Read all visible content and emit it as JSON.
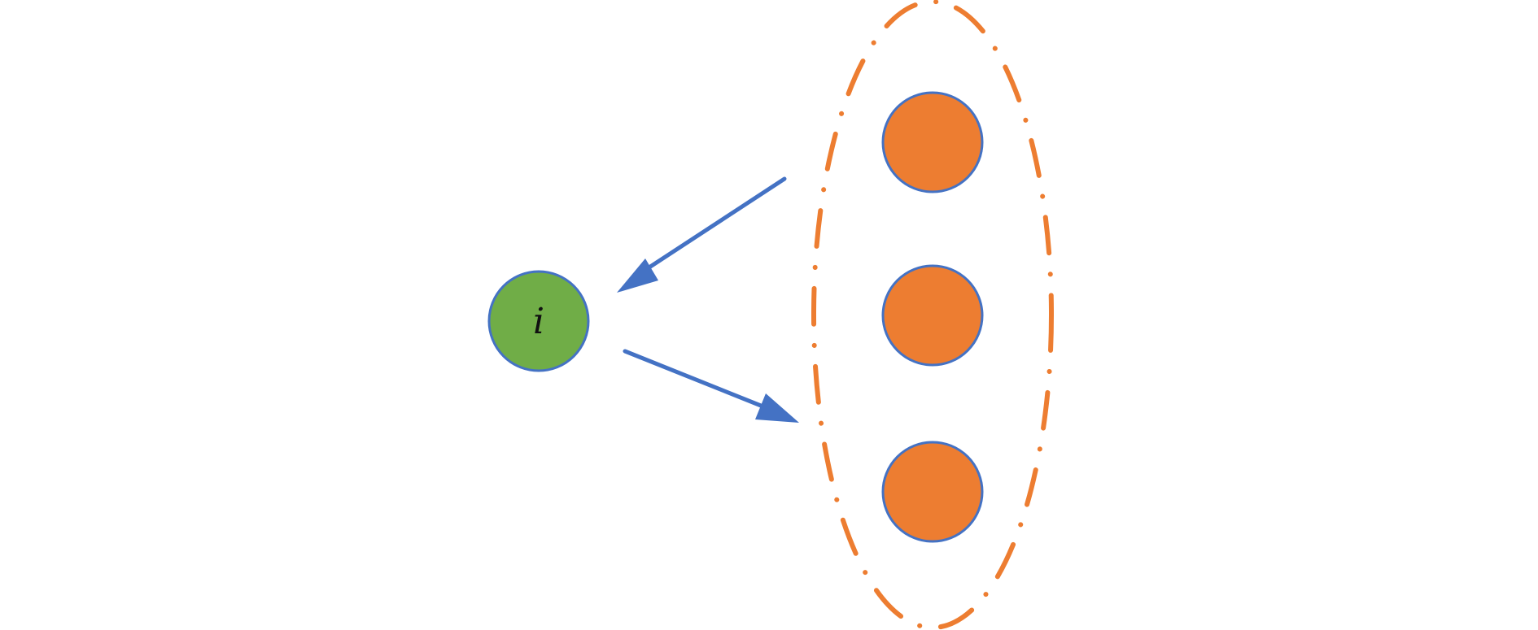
{
  "diagram": {
    "center_node": {
      "label": "i",
      "fill": "#70AD47",
      "stroke": "#4472C4"
    },
    "group_nodes": [
      {
        "fill": "#ED7D31",
        "stroke": "#4472C4"
      },
      {
        "fill": "#ED7D31",
        "stroke": "#4472C4"
      },
      {
        "fill": "#ED7D31",
        "stroke": "#4472C4"
      }
    ],
    "group_boundary": {
      "stroke": "#ED7D31",
      "style": "dash-dot"
    },
    "arrows": [
      {
        "from": "group",
        "to": "center-node",
        "color": "#4472C4"
      },
      {
        "from": "center-node",
        "to": "group",
        "color": "#4472C4"
      }
    ]
  }
}
